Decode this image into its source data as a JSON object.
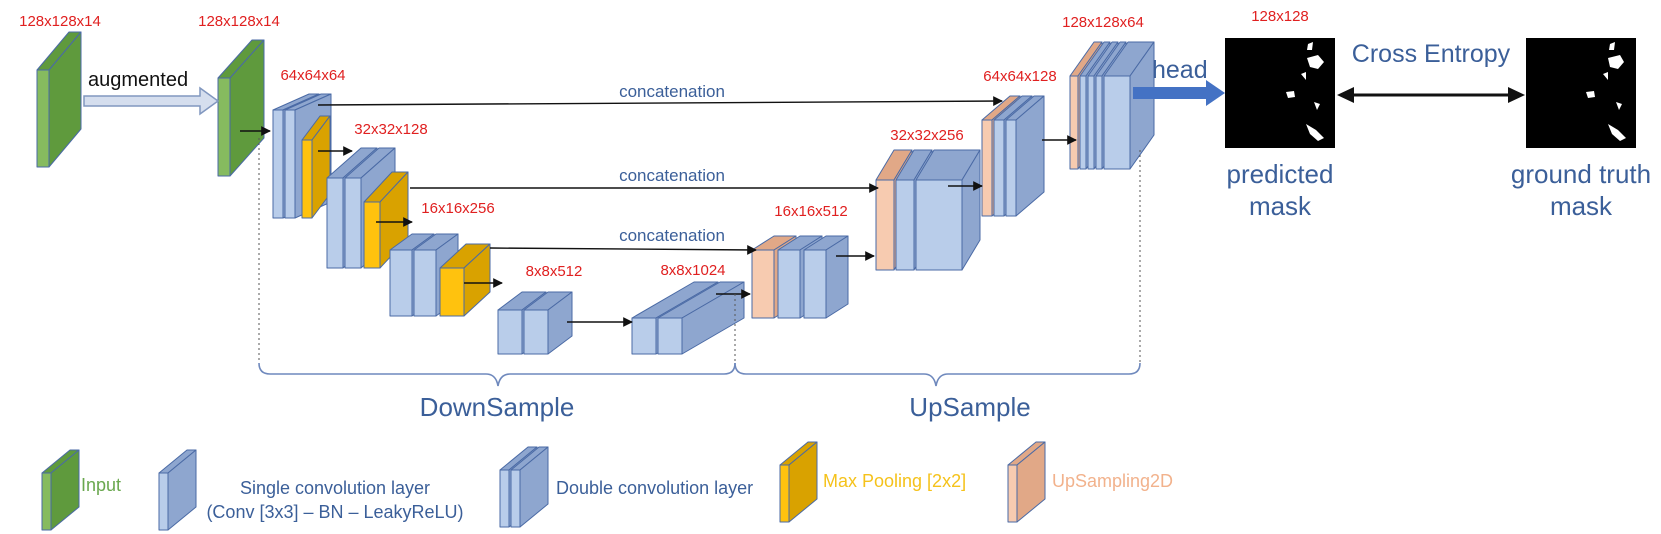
{
  "colors": {
    "input_front": "#86bb5f",
    "input_top": "#5f9a3d",
    "conv_front": "#b9cdea",
    "conv_top": "#8ea6cf",
    "pool_front": "#ffc20e",
    "pool_top": "#d9a200",
    "up_front": "#f7cbb0",
    "up_top": "#e1a887",
    "edge": "#4a6aa5",
    "text_blue": "#3b5f99",
    "dim_red": "#e02020",
    "legend_input": "#6aa84f",
    "legend_pool": "#f5c21b",
    "legend_up": "#f2b28c"
  },
  "labels": {
    "dim_input": "128x128x14",
    "dim_aug": "128x128x14",
    "dim_64": "64x64x64",
    "dim_32": "32x32x128",
    "dim_16": "16x16x256",
    "dim_8": "8x8x512",
    "dim_bottleneck": "8x8x1024",
    "dim_up16": "16x16x512",
    "dim_up32": "32x32x256",
    "dim_up64": "64x64x128",
    "dim_up128": "128x128x64",
    "dim_mask": "128x128",
    "augmented": "augmented",
    "concat_1": "concatenation",
    "concat_2": "concatenation",
    "concat_3": "concatenation",
    "head": "head",
    "cross_entropy": "Cross Entropy",
    "predicted_line1": "predicted",
    "predicted_line2": "mask",
    "gt_line1": "ground truth",
    "gt_line2": "mask",
    "downsample": "DownSample",
    "upsample": "UpSample"
  },
  "legend": {
    "input": "Input",
    "single_line1": "Single convolution layer",
    "single_line2": "(Conv [3x3] – BN – LeakyReLU)",
    "double": "Double convolution layer",
    "maxpool": "Max Pooling [2x2]",
    "upsampling": "UpSampling2D"
  }
}
